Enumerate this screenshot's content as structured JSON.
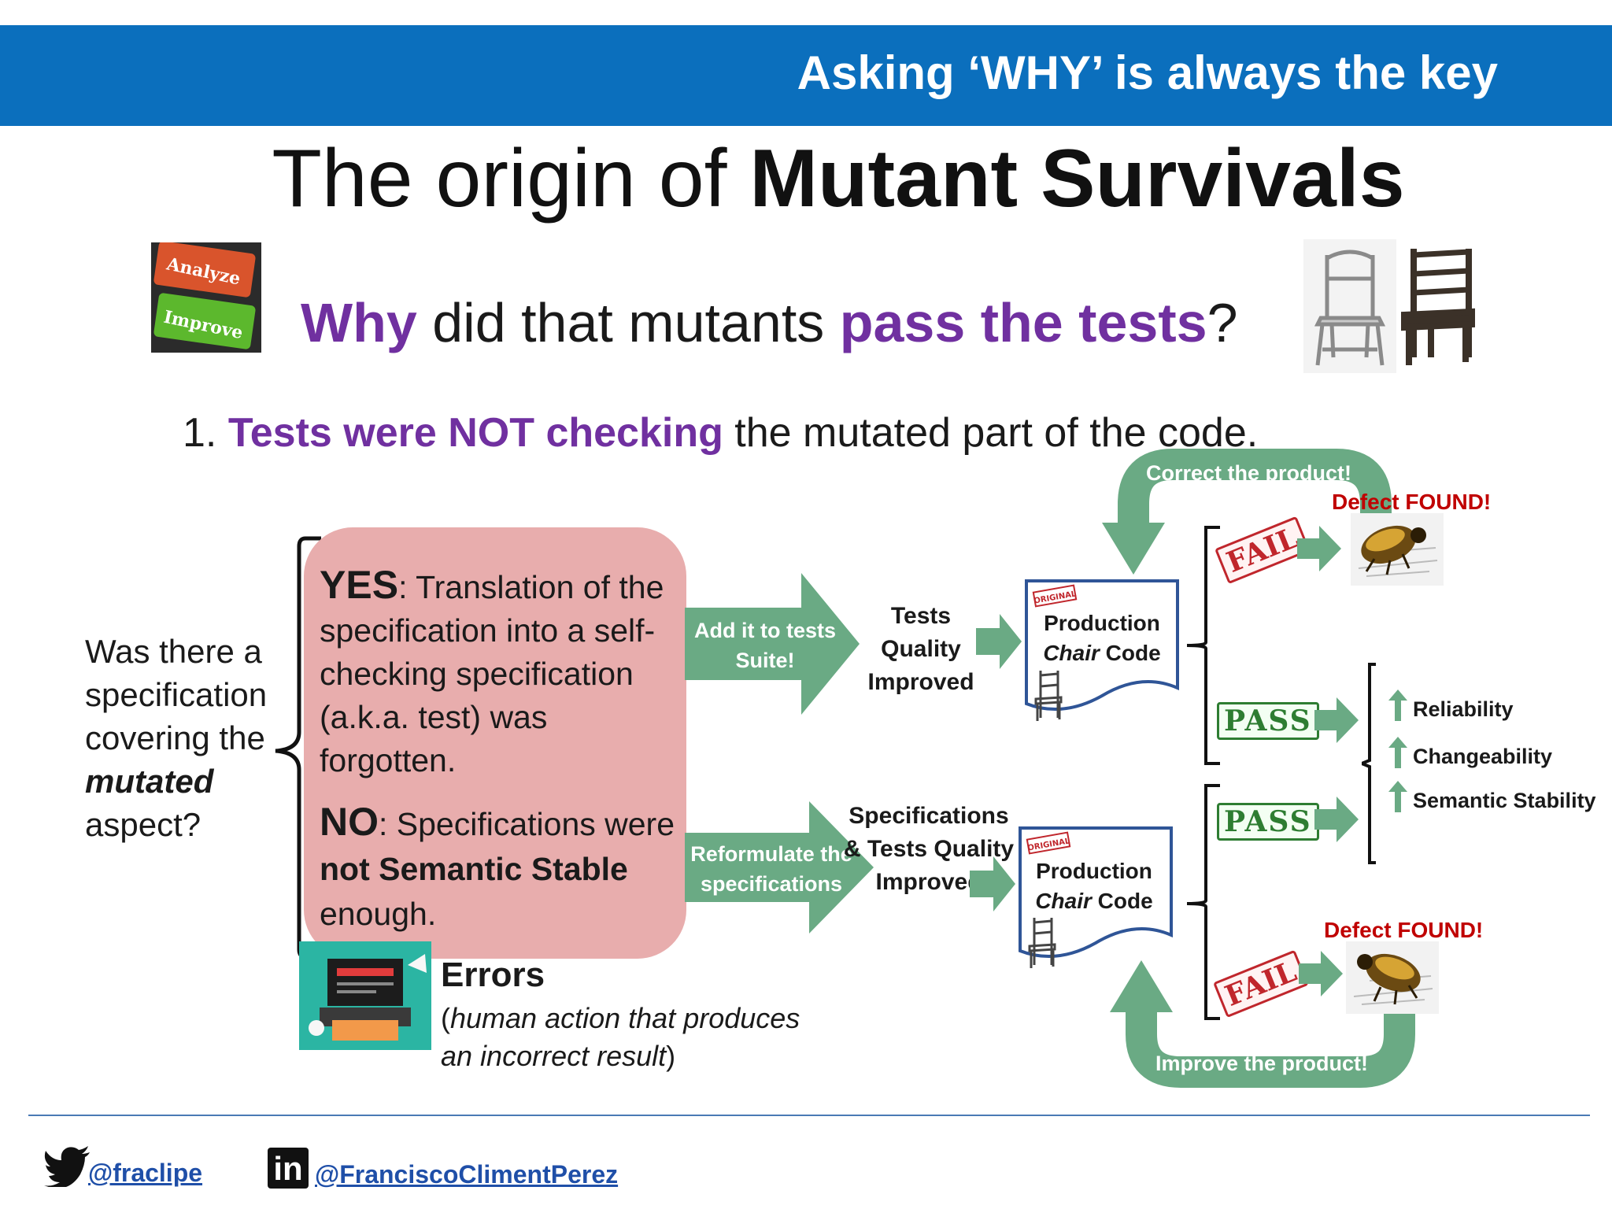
{
  "header": {
    "text": "Asking ‘WHY’ is always the key"
  },
  "title": {
    "prefix": "The origin of ",
    "bold": "Mutant Survivals"
  },
  "question": {
    "why": "Why",
    "middle": " did that mutants ",
    "pass": "pass the tests",
    "end": "?"
  },
  "images": {
    "analyze_label": "Analyze",
    "improve_label": "Improve"
  },
  "point1": {
    "number": "1. ",
    "highlight": "Tests were NOT checking",
    "rest": " the mutated part of the code."
  },
  "left_question": {
    "line1": "Was there a specification covering the ",
    "emph": "mutated",
    "line2": " aspect?"
  },
  "yes_block": {
    "label": "YES",
    "text": ": Translation of the specification into a self-checking specification (a.k.a. test) was forgotten."
  },
  "no_block": {
    "label": "NO",
    "text": ": Specifications were ",
    "bold": "not Semantic Stable",
    "end": " enough."
  },
  "arrows": {
    "add_tests": "Add it to tests Suite!",
    "reformulate": "Reformulate the specifications"
  },
  "middle": {
    "tests_quality_improved": "Tests Quality Improved",
    "specs_and_tests": "Specifications & Tests Quality Improved"
  },
  "documents": {
    "stamp": "ORIGINAL",
    "line1": "Production",
    "chair": "Chair",
    "code": " Code"
  },
  "cycles": {
    "top": "Correct the product!",
    "bottom": "Improve the product!"
  },
  "stamps": {
    "fail": "FAIL",
    "pass": "PASS"
  },
  "defects": {
    "label": "Defect FOUND!"
  },
  "qualities": [
    "Reliability",
    "Changeability",
    "Semantic Stability"
  ],
  "errors": {
    "title": "Errors",
    "desc_open": "(",
    "desc": "human action that produces an incorrect result",
    "desc_close": ")"
  },
  "footer": {
    "twitter": "@fraclipe",
    "linkedin": "@FranciscoClimentPerez",
    "linkedin_logo": "in"
  },
  "colors": {
    "header_blue": "#0b6fbd",
    "purple": "#7030a0",
    "pink_box": "#e8adad",
    "arrow_green": "#6aaa84",
    "defect_red": "#c00000",
    "doc_blue": "#2f5597"
  }
}
